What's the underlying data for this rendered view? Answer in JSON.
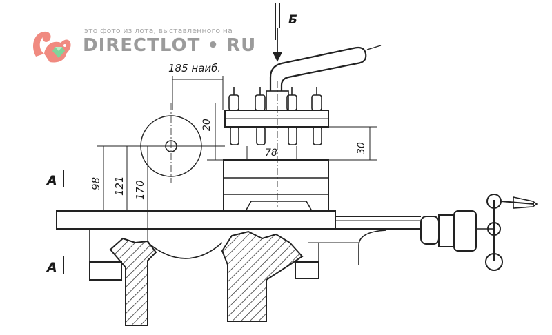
{
  "watermark": {
    "caption": "это фото из лота, выставленного на",
    "brand": "DIRECTLOT • RU",
    "colors": {
      "logo_primary": "#f08a80",
      "logo_gem": "#7fd49a",
      "text": "#9b9b9b"
    }
  },
  "drawing": {
    "dimensions": {
      "d185": "185 наиб.",
      "d20": "20",
      "d78": "78",
      "d30": "30",
      "d98": "98",
      "d121": "121",
      "d170": "170"
    },
    "labels": {
      "arrow_b": "Б",
      "section_a_top": "А",
      "section_a_bottom": "А"
    }
  }
}
